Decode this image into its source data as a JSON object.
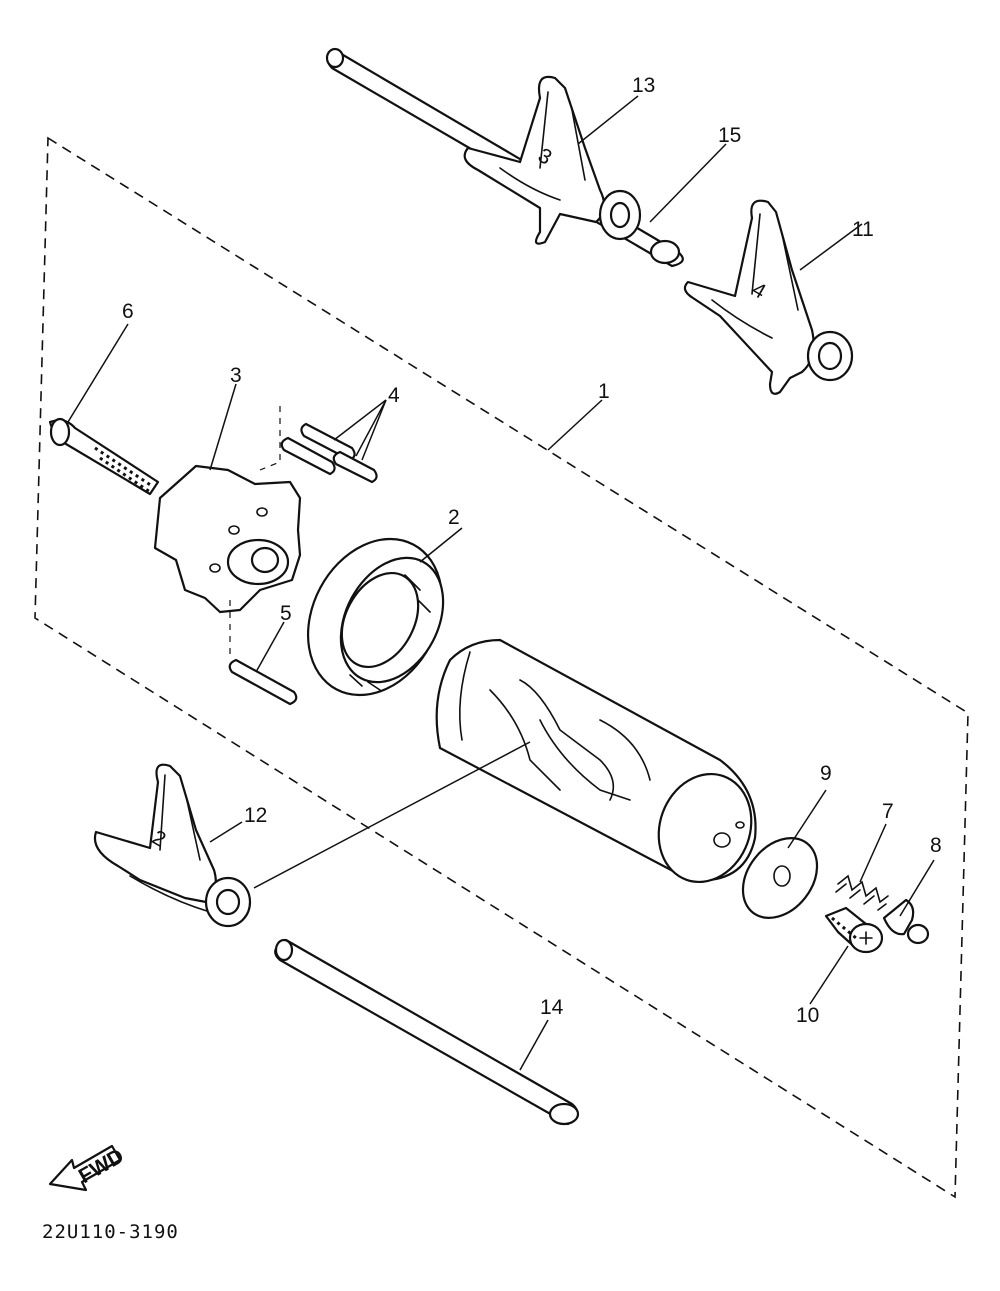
{
  "diagram": {
    "callouts": {
      "c1": "1",
      "c2": "2",
      "c3": "3",
      "c4": "4",
      "c5": "5",
      "c6": "6",
      "c7": "7",
      "c8": "8",
      "c9": "9",
      "c10": "10",
      "c11": "11",
      "c12": "12",
      "c13": "13",
      "c14": "14",
      "c15": "15"
    },
    "fwd_label": "FWD",
    "drawing_code": "22U110-3190",
    "fork_markings": {
      "fork_11": "4",
      "fork_12": "2",
      "fork_13": "3"
    }
  }
}
